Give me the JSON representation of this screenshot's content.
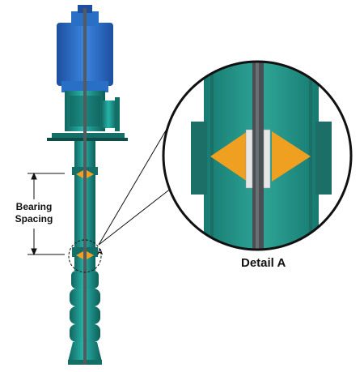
{
  "labels": {
    "bearing_line1": "Bearing",
    "bearing_line2": "Spacing",
    "detail_title": "Detail A",
    "callout_letter": "A"
  },
  "colors": {
    "motor_blue": "#2a6fc6",
    "pump_teal": "#1f9e95",
    "pump_dark": "#156f69",
    "bearing_orange": "#f0a021",
    "shaft_gray": "#555a5e",
    "detail_teal": "#2a9d8f",
    "detail_teal_dark": "#1b6f66"
  },
  "icons": [
    "vertical-turbine-pump",
    "bearing-icon",
    "detail-magnifier"
  ]
}
